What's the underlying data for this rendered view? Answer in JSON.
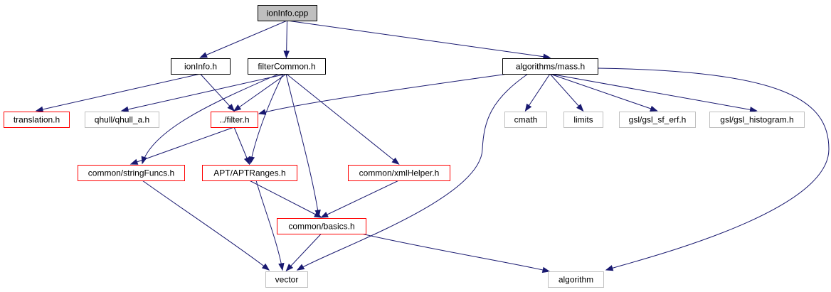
{
  "diagram": {
    "title": "ionInfo.cpp include dependency graph",
    "colors": {
      "edge": "#191970",
      "root_fill": "#bfbfbf",
      "root_border": "#000000",
      "documented_border": "#000000",
      "incomplete_border": "#ff0000",
      "external_border": "#bfbfbf",
      "node_fill": "#ffffff"
    },
    "nodes": [
      {
        "id": "ionInfo_cpp",
        "label": "ionInfo.cpp",
        "kind": "root"
      },
      {
        "id": "ionInfo_h",
        "label": "ionInfo.h",
        "kind": "documented"
      },
      {
        "id": "filterCommon_h",
        "label": "filterCommon.h",
        "kind": "documented"
      },
      {
        "id": "mass_h",
        "label": "algorithms/mass.h",
        "kind": "documented"
      },
      {
        "id": "translation_h",
        "label": "translation.h",
        "kind": "incomplete"
      },
      {
        "id": "qhull_a_h",
        "label": "qhull/qhull_a.h",
        "kind": "external"
      },
      {
        "id": "filter_h",
        "label": "../filter.h",
        "kind": "incomplete"
      },
      {
        "id": "cmath",
        "label": "cmath",
        "kind": "external"
      },
      {
        "id": "limits",
        "label": "limits",
        "kind": "external"
      },
      {
        "id": "gsl_sf_erf_h",
        "label": "gsl/gsl_sf_erf.h",
        "kind": "external"
      },
      {
        "id": "gsl_histogram_h",
        "label": "gsl/gsl_histogram.h",
        "kind": "external"
      },
      {
        "id": "stringFuncs_h",
        "label": "common/stringFuncs.h",
        "kind": "incomplete"
      },
      {
        "id": "APTRanges_h",
        "label": "APT/APTRanges.h",
        "kind": "incomplete"
      },
      {
        "id": "xmlHelper_h",
        "label": "common/xmlHelper.h",
        "kind": "incomplete"
      },
      {
        "id": "basics_h",
        "label": "common/basics.h",
        "kind": "incomplete"
      },
      {
        "id": "vector",
        "label": "vector",
        "kind": "external"
      },
      {
        "id": "algorithm",
        "label": "algorithm",
        "kind": "external"
      }
    ],
    "edges": [
      {
        "from": "ionInfo_cpp",
        "to": "ionInfo_h"
      },
      {
        "from": "ionInfo_cpp",
        "to": "filterCommon_h"
      },
      {
        "from": "ionInfo_cpp",
        "to": "mass_h"
      },
      {
        "from": "ionInfo_h",
        "to": "translation_h"
      },
      {
        "from": "ionInfo_h",
        "to": "filter_h"
      },
      {
        "from": "filterCommon_h",
        "to": "qhull_a_h"
      },
      {
        "from": "filterCommon_h",
        "to": "filter_h"
      },
      {
        "from": "filterCommon_h",
        "to": "stringFuncs_h"
      },
      {
        "from": "filterCommon_h",
        "to": "APTRanges_h"
      },
      {
        "from": "filterCommon_h",
        "to": "xmlHelper_h"
      },
      {
        "from": "filterCommon_h",
        "to": "basics_h"
      },
      {
        "from": "mass_h",
        "to": "filter_h"
      },
      {
        "from": "mass_h",
        "to": "cmath"
      },
      {
        "from": "mass_h",
        "to": "limits"
      },
      {
        "from": "mass_h",
        "to": "gsl_sf_erf_h"
      },
      {
        "from": "mass_h",
        "to": "gsl_histogram_h"
      },
      {
        "from": "mass_h",
        "to": "vector"
      },
      {
        "from": "mass_h",
        "to": "algorithm"
      },
      {
        "from": "filter_h",
        "to": "stringFuncs_h"
      },
      {
        "from": "filter_h",
        "to": "APTRanges_h"
      },
      {
        "from": "stringFuncs_h",
        "to": "vector"
      },
      {
        "from": "APTRanges_h",
        "to": "basics_h"
      },
      {
        "from": "APTRanges_h",
        "to": "vector"
      },
      {
        "from": "xmlHelper_h",
        "to": "basics_h"
      },
      {
        "from": "basics_h",
        "to": "vector"
      },
      {
        "from": "basics_h",
        "to": "algorithm"
      }
    ]
  }
}
